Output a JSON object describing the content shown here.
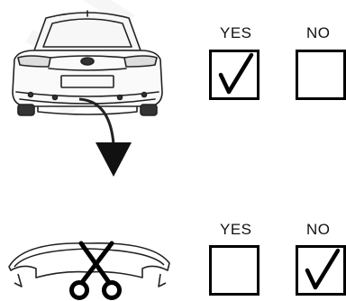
{
  "watermark": {
    "text": "tkrAh"
  },
  "questions": [
    {
      "yes_label": "YES",
      "no_label": "NO",
      "yes_checked": true,
      "no_checked": false
    },
    {
      "yes_label": "YES",
      "no_label": "NO",
      "yes_checked": false,
      "no_checked": true
    }
  ],
  "icons": {
    "car": "car-rear-icon",
    "arrow": "curved-arrow-down-icon",
    "bumper": "bumper-trim-icon",
    "scissors": "scissors-icon",
    "check": "check-mark-icon"
  }
}
